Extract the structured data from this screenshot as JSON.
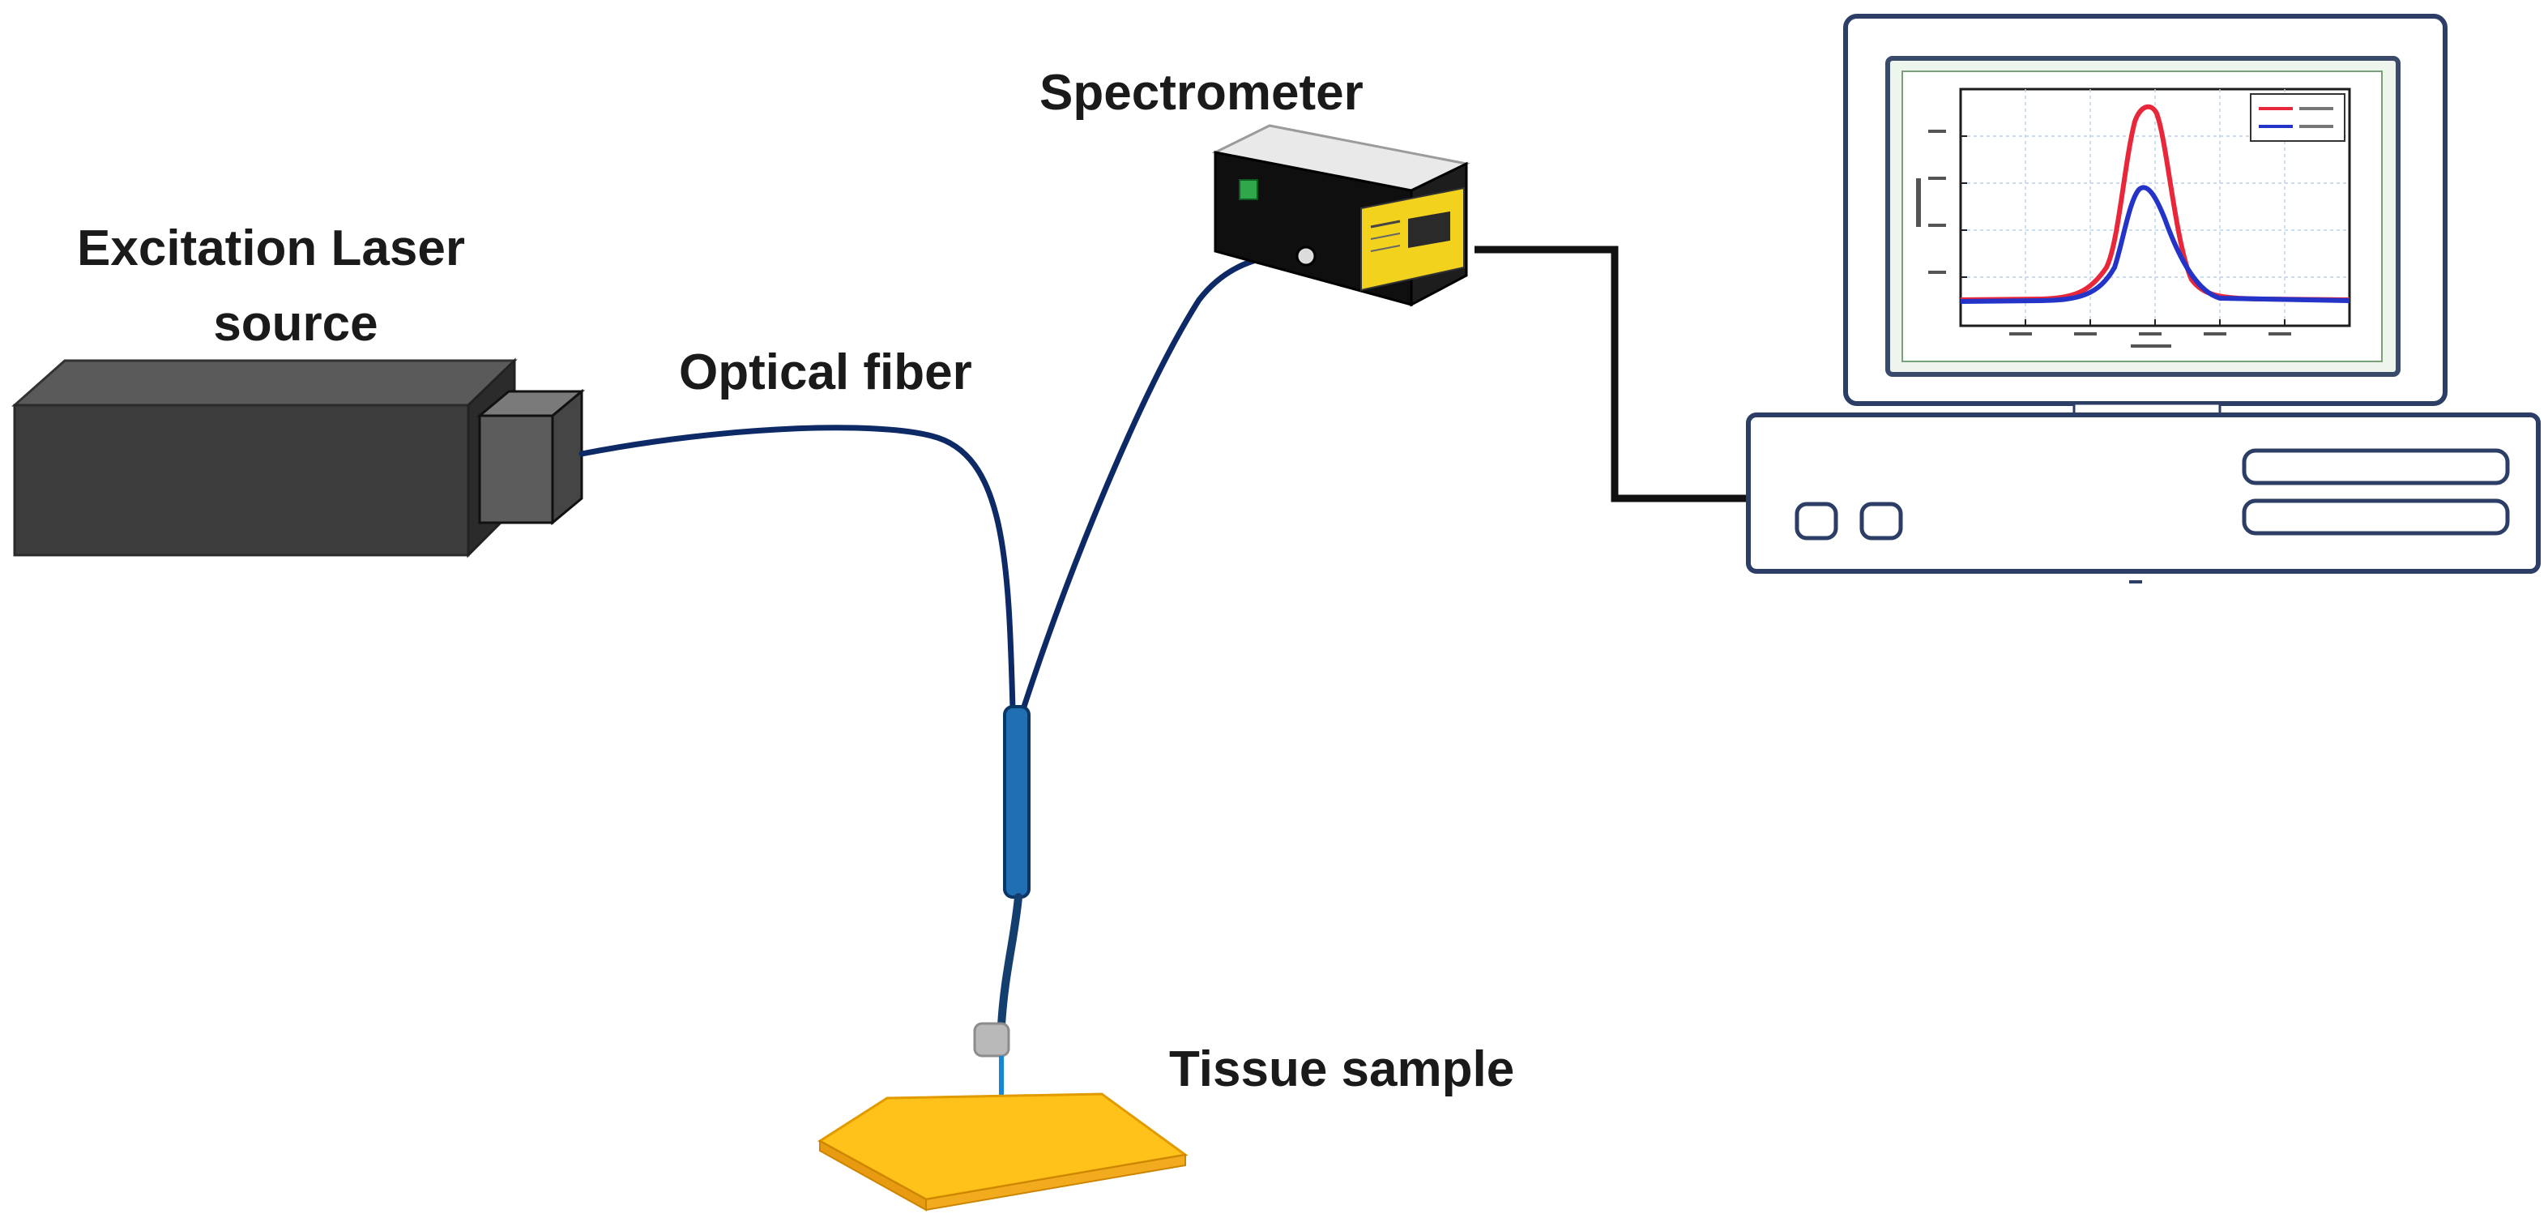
{
  "labels": {
    "laser_line1": "Excitation Laser",
    "laser_line2": "source",
    "fiber": "Optical fiber",
    "spectrometer": "Spectrometer",
    "tissue": "Tissue sample"
  },
  "colors": {
    "laser_body": "#3c3c3c",
    "fiber": "#0d2a66",
    "probe": "#1f6fb2",
    "tissue": "#ffc21a",
    "spectrometer_label": "#f2d21c",
    "monitor_outline": "#2c3e66",
    "spectrum_red": "#e8283a",
    "spectrum_blue": "#2433c8"
  },
  "icons": {
    "laser": "laser-source-icon",
    "spectrometer": "spectrometer-icon",
    "computer": "computer-icon",
    "probe": "fiber-probe-icon",
    "tissue": "tissue-sample-icon"
  }
}
